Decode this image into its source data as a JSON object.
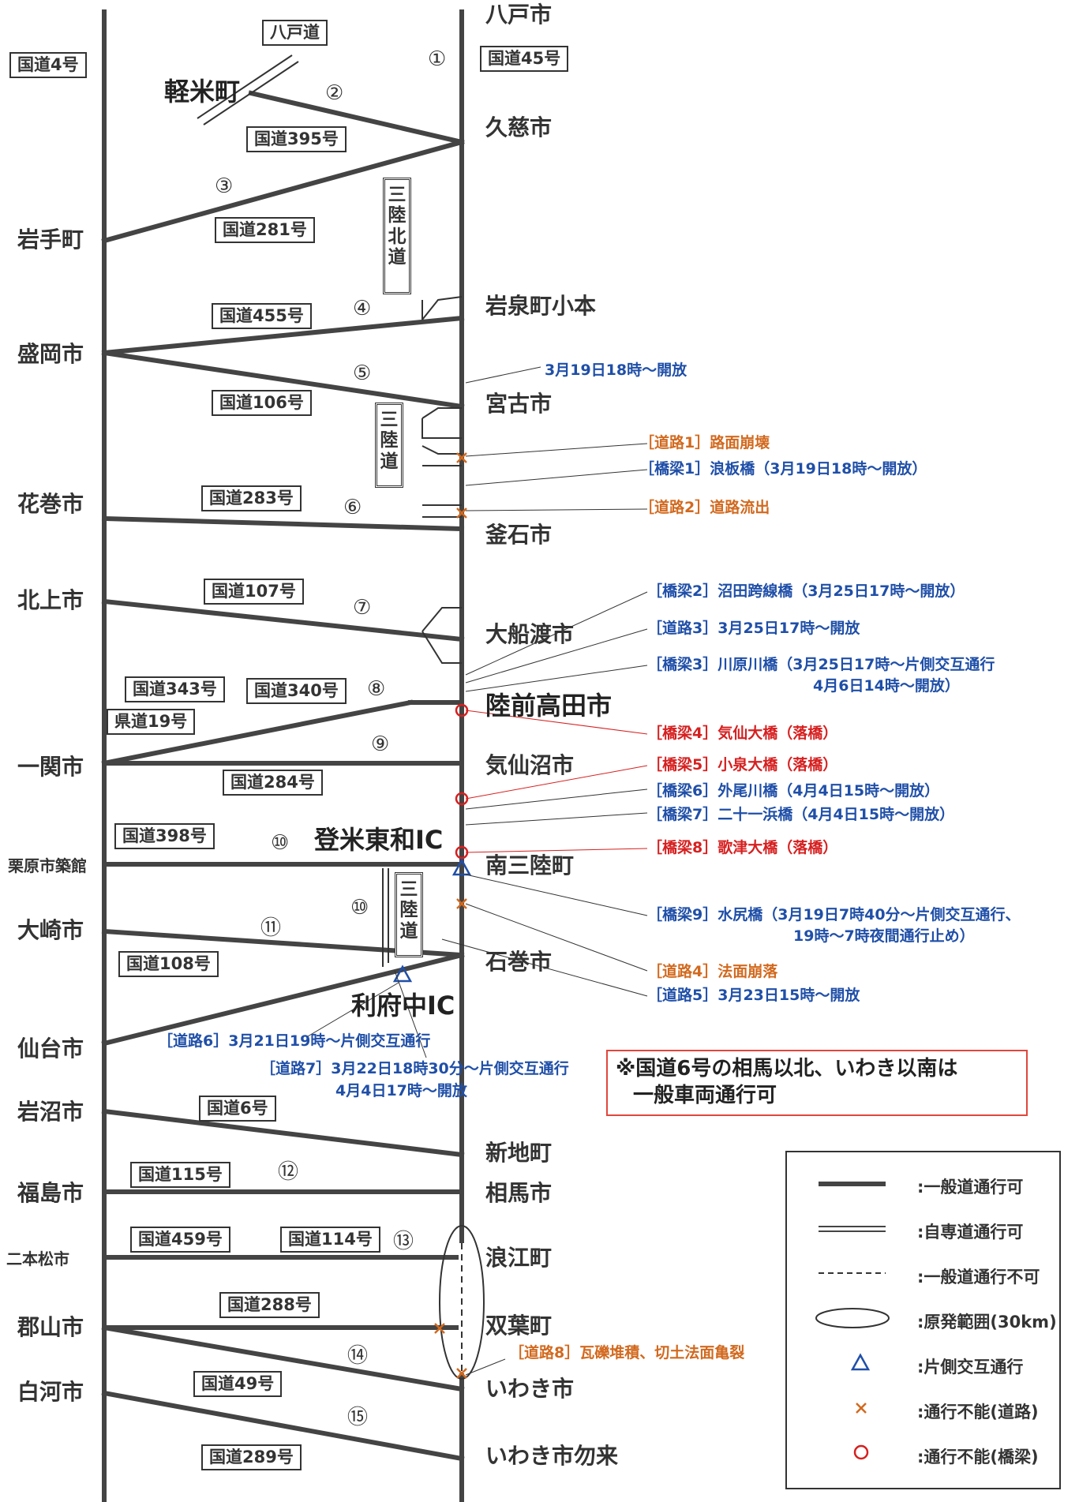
{
  "cities_left": {
    "morioka": "盛岡市",
    "iwate": "岩手町",
    "hanamaki": "花巻市",
    "kitakami": "北上市",
    "ichinoseki": "一関市",
    "kurihara": "栗原市築館",
    "osaki": "大崎市",
    "sendai": "仙台市",
    "iwanuma": "岩沼市",
    "fukushima": "福島市",
    "nihonmatsu": "二本松市",
    "koriyama": "郡山市",
    "shirakawa": "白河市"
  },
  "cities_right": {
    "hachinohe": "八戸市",
    "kuji": "久慈市",
    "iwaizumi": "岩泉町小本",
    "miyako": "宮古市",
    "kamaishi": "釜石市",
    "ofunato": "大船渡市",
    "rikuzentakata": "陸前高田市",
    "kesennuma": "気仙沼市",
    "minamisanriku": "南三陸町",
    "ishinomaki": "石巻市",
    "shinchi": "新地町",
    "soma": "相馬市",
    "namie": "浪江町",
    "futaba": "双葉町",
    "iwaki": "いわき市",
    "iwaki_nakoso": "いわき市勿来"
  },
  "places": {
    "karumai": "軽米町",
    "hachinohe_road": "八戸道",
    "tome_ic": "登米東和IC",
    "rifu_ic": "利府中IC"
  },
  "routes": {
    "r4": "国道4号",
    "r45": "国道45号",
    "r395": "国道395号",
    "r281": "国道281号",
    "r455": "国道455号",
    "r106": "国道106号",
    "r283": "国道283号",
    "r107": "国道107号",
    "r343": "国道343号",
    "r340": "国道340号",
    "p19": "県道19号",
    "r284": "国道284号",
    "r398": "国道398号",
    "r108": "国道108号",
    "r6": "国道6号",
    "r115": "国道115号",
    "r459": "国道459号",
    "r114": "国道114号",
    "r288": "国道288号",
    "r49": "国道49号",
    "r289": "国道289号"
  },
  "numbers": [
    "①",
    "②",
    "③",
    "④",
    "⑤",
    "⑥",
    "⑦",
    "⑧",
    "⑨",
    "⑩",
    "⑪",
    "⑫",
    "⑬",
    "⑭",
    "⑮",
    "⑩"
  ],
  "expressways": {
    "sanriku_kita": "三陸北道",
    "sanriku": "三陸道",
    "sanriku2": "三陸道"
  },
  "annotations": {
    "a1": "3月19日18時～開放",
    "a2": "［道路1］路面崩壊",
    "a3": "［橋梁1］浪板橋（3月19日18時～開放）",
    "a4": "［道路2］道路流出",
    "a5": "［橋梁2］沼田跨線橋（3月25日17時～開放）",
    "a6": "［道路3］3月25日17時～開放",
    "a7": "［橋梁3］川原川橋（3月25日17時～片側交互通行",
    "a7b": "4月6日14時～開放）",
    "a8": "［橋梁4］気仙大橋（落橋）",
    "a9": "［橋梁5］小泉大橋（落橋）",
    "a10": "［橋梁6］外尾川橋（4月4日15時～開放）",
    "a11": "［橋梁7］二十一浜橋（4月4日15時～開放）",
    "a12": "［橋梁8］歌津大橋（落橋）",
    "a13": "［橋梁9］水尻橋（3月19日7時40分～片側交互通行、",
    "a13b": "19時～7時夜間通行止め）",
    "a14": "［道路4］法面崩落",
    "a15": "［道路5］3月23日15時～開放",
    "a16": "［道路6］3月21日19時～片側交互通行",
    "a17": "［道路7］3月22日18時30分～片側交互通行",
    "a17b": "4月4日17時～開放",
    "a18": "［道路8］瓦礫堆積、切土法面亀裂"
  },
  "note": {
    "line1": "※国道6号の相馬以北、いわき以南は",
    "line2": "一般車両通行可"
  },
  "legend": {
    "l1": ":一般道通行可",
    "l2": ":自専道通行可",
    "l3": ":一般道通行不可",
    "l4": ":原発範囲(30km)",
    "l5": ":片側交互通行",
    "l6": ":通行不能(道路)",
    "l7": ":通行不能(橋梁)"
  },
  "colors": {
    "line": "#444444",
    "blue": "#1f4fa8",
    "orange": "#d2691e",
    "red": "#d62020"
  }
}
